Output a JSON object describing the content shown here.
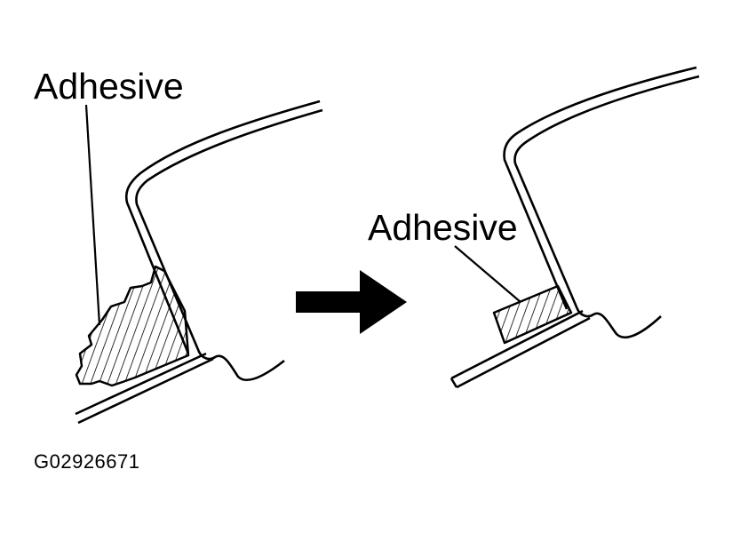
{
  "diagram": {
    "left_label": "Adhesive",
    "right_label": "Adhesive",
    "figure_id": "G02926671",
    "colors": {
      "line": "#000000",
      "background": "#ffffff"
    },
    "icons": [
      "right-arrow-icon"
    ]
  }
}
